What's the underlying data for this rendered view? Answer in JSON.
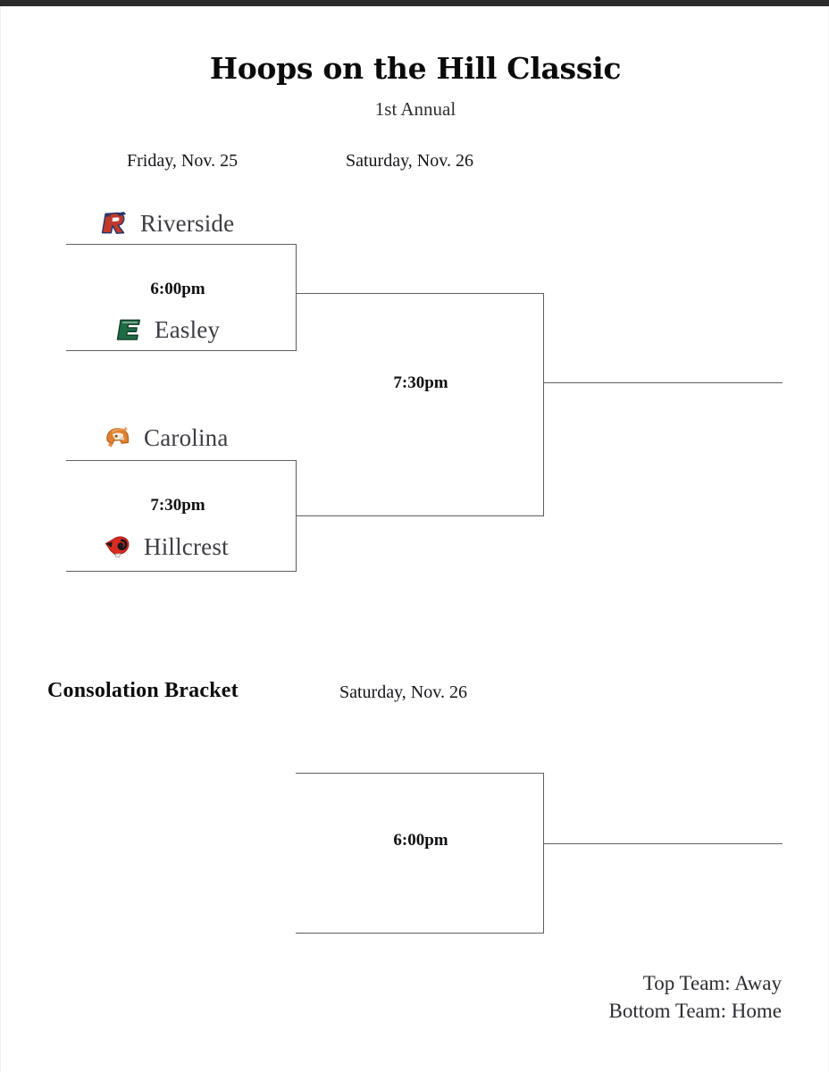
{
  "document": {
    "title": "Hoops on the Hill Classic",
    "subtitle": "1st Annual"
  },
  "rounds": {
    "semifinals_header": "Friday, Nov. 25",
    "final_header": "Saturday, Nov. 26",
    "consolation_header": "Consolation Bracket",
    "consolation_date": "Saturday, Nov. 26"
  },
  "teams": [
    {
      "name": "Riverside",
      "logo": "riverside-r-logo",
      "colors": [
        "#c0392b",
        "#23356b"
      ]
    },
    {
      "name": "Easley",
      "logo": "easley-e-logo",
      "colors": [
        "#1f6b45"
      ]
    },
    {
      "name": "Carolina",
      "logo": "carolina-trojan-helmet-logo",
      "colors": [
        "#e08030"
      ]
    },
    {
      "name": "Hillcrest",
      "logo": "hillcrest-ram-logo",
      "colors": [
        "#d92b20",
        "#1a1a1a"
      ]
    }
  ],
  "games": [
    {
      "id": "semifinal-1",
      "time": "6:00pm",
      "away": "Riverside",
      "home": "Easley"
    },
    {
      "id": "semifinal-2",
      "time": "7:30pm",
      "away": "Carolina",
      "home": "Hillcrest"
    },
    {
      "id": "championship",
      "time": "7:30pm",
      "away": "",
      "home": ""
    },
    {
      "id": "consolation",
      "time": "6:00pm",
      "away": "",
      "home": ""
    }
  ],
  "legend": {
    "top": "Top Team: Away",
    "bottom": "Bottom Team: Home"
  }
}
